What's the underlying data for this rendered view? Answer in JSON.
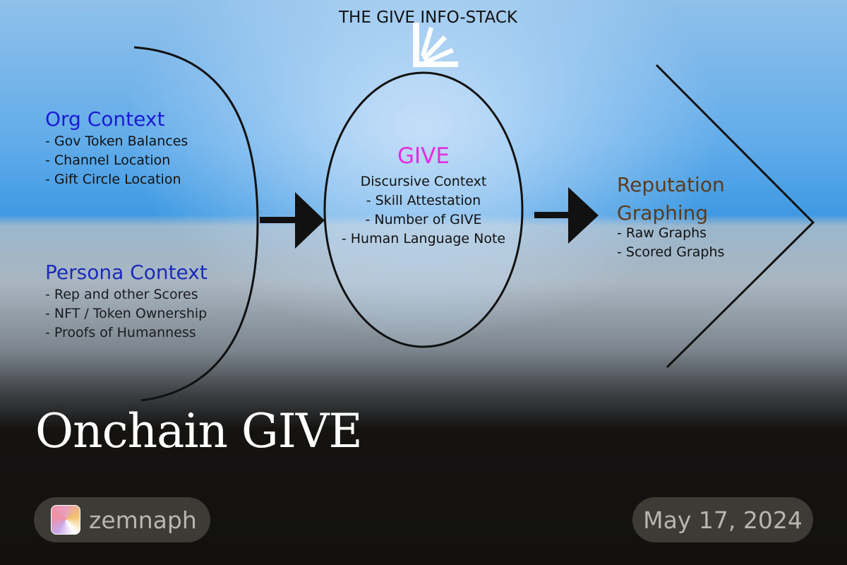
{
  "header_label": "THE GIVE INFO-STACK",
  "org_context": {
    "title": "Org Context",
    "items": [
      "- Gov Token Balances",
      "- Channel Location",
      "- Gift Circle Location"
    ]
  },
  "persona_context": {
    "title": "Persona Context",
    "items": [
      "- Rep and other Scores",
      "- NFT / Token Ownership",
      "- Proofs of Humanness"
    ]
  },
  "give": {
    "title": "GIVE",
    "subtitle": "Discursive Context",
    "items": [
      "- Skill Attestation",
      "- Number of GIVE",
      "- Human Language Note"
    ]
  },
  "reputation": {
    "title_line1": "Reputation",
    "title_line2": "Graphing",
    "items": [
      "- Raw Graphs",
      "- Scored Graphs"
    ]
  },
  "post_title": "Onchain GIVE",
  "author": "zemnaph",
  "date": "May 17, 2024",
  "colors": {
    "org": "#1c1ad6",
    "persona": "#1c2bb8",
    "give": "#e62be0",
    "reputation": "#5b3c1e"
  }
}
